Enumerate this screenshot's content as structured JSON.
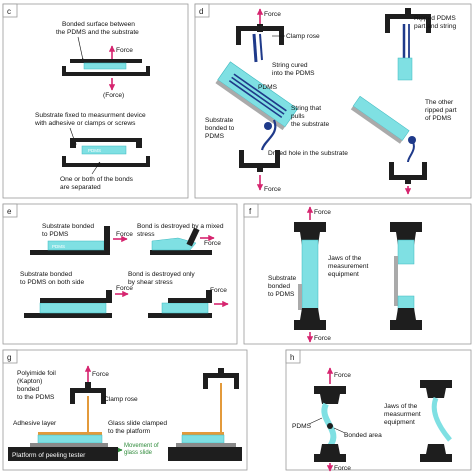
{
  "colors": {
    "pdms": "#7fe0e3",
    "pdms_dark": "#3fb9c0",
    "substrate": "#1e1e1e",
    "force_arrow": "#d6256f",
    "string": "#1f3a8a",
    "tape": "#e39a3b",
    "glass": "#8a8a8a",
    "movement_arrow": "#2e8b3a",
    "panel_border": "#9a9a9a"
  },
  "panels": {
    "c": {
      "tag": "c",
      "label_top_1": "Bonded surface between",
      "label_top_2": "the PDMS and the substrate",
      "force_up": "Force",
      "force_down": "(Force)",
      "label_mid_1": "Substrate fixed to measurment device",
      "label_mid_2": "with adhesive or clamps or screws",
      "pdms_text": "PDMS",
      "label_bot_1": "One or both of the bonds",
      "label_bot_2": "are separated"
    },
    "d": {
      "tag": "d",
      "force_top": "Force",
      "clamp_rose": "Clamp rose",
      "string_cured_1": "String cured",
      "string_cured_2": "into the PDMS",
      "pdms": "PDMS",
      "substrate_1": "Substrate",
      "substrate_2": "bonded to",
      "substrate_3": "PDMS",
      "string_pulls_1": "String that",
      "string_pulls_2": "pulls",
      "string_pulls_3": "the substrate",
      "drilled": "Drilled hole in the substrate",
      "force_bottom": "Force",
      "ripped_1": "Ripped PDMS",
      "ripped_2": "part and string",
      "other_1": "The other",
      "other_2": "ripped part",
      "other_3": "of PDMS"
    },
    "e": {
      "tag": "e",
      "sub1_1": "Substrate bonded",
      "sub1_2": "to PDMS",
      "force1": "Force",
      "mixed_1": "Bond is destroyed by a mixed",
      "mixed_2": "stress",
      "force2": "Force",
      "sub2_1": "Substrate bonded",
      "sub2_2": "to PDMS on both side",
      "shear_1": "Bond is destroyed only",
      "shear_2": "by shear stress",
      "force3": "Force",
      "force4": "Force",
      "pdms_text": "PDMS"
    },
    "f": {
      "tag": "f",
      "force_top": "Force",
      "sub_1": "Substrate",
      "sub_2": "bonded",
      "sub_3": "to PDMS",
      "jaws_1": "Jaws of the",
      "jaws_2": "measurement",
      "jaws_3": "equipment",
      "force_bottom": "Force"
    },
    "g": {
      "tag": "g",
      "force": "Force",
      "foil_1": "Polyimide foil",
      "foil_2": "(Kapton)",
      "foil_3": "bonded",
      "foil_4": "to the PDMS",
      "clamp_rose": "Clamp rose",
      "adhesive": "Adhesive layer",
      "glass_1": "Glass slide clamped",
      "glass_2": "to the platform",
      "move_1": "Movement of",
      "move_2": "glass slide",
      "platform": "Platform of peeling tester"
    },
    "h": {
      "tag": "h",
      "force_top": "Force",
      "pdms": "PDMS",
      "bonded": "Bonded area",
      "jaws_1": "Jaws of the",
      "jaws_2": "measurment",
      "jaws_3": "equipment",
      "force_bottom": "Force"
    }
  }
}
